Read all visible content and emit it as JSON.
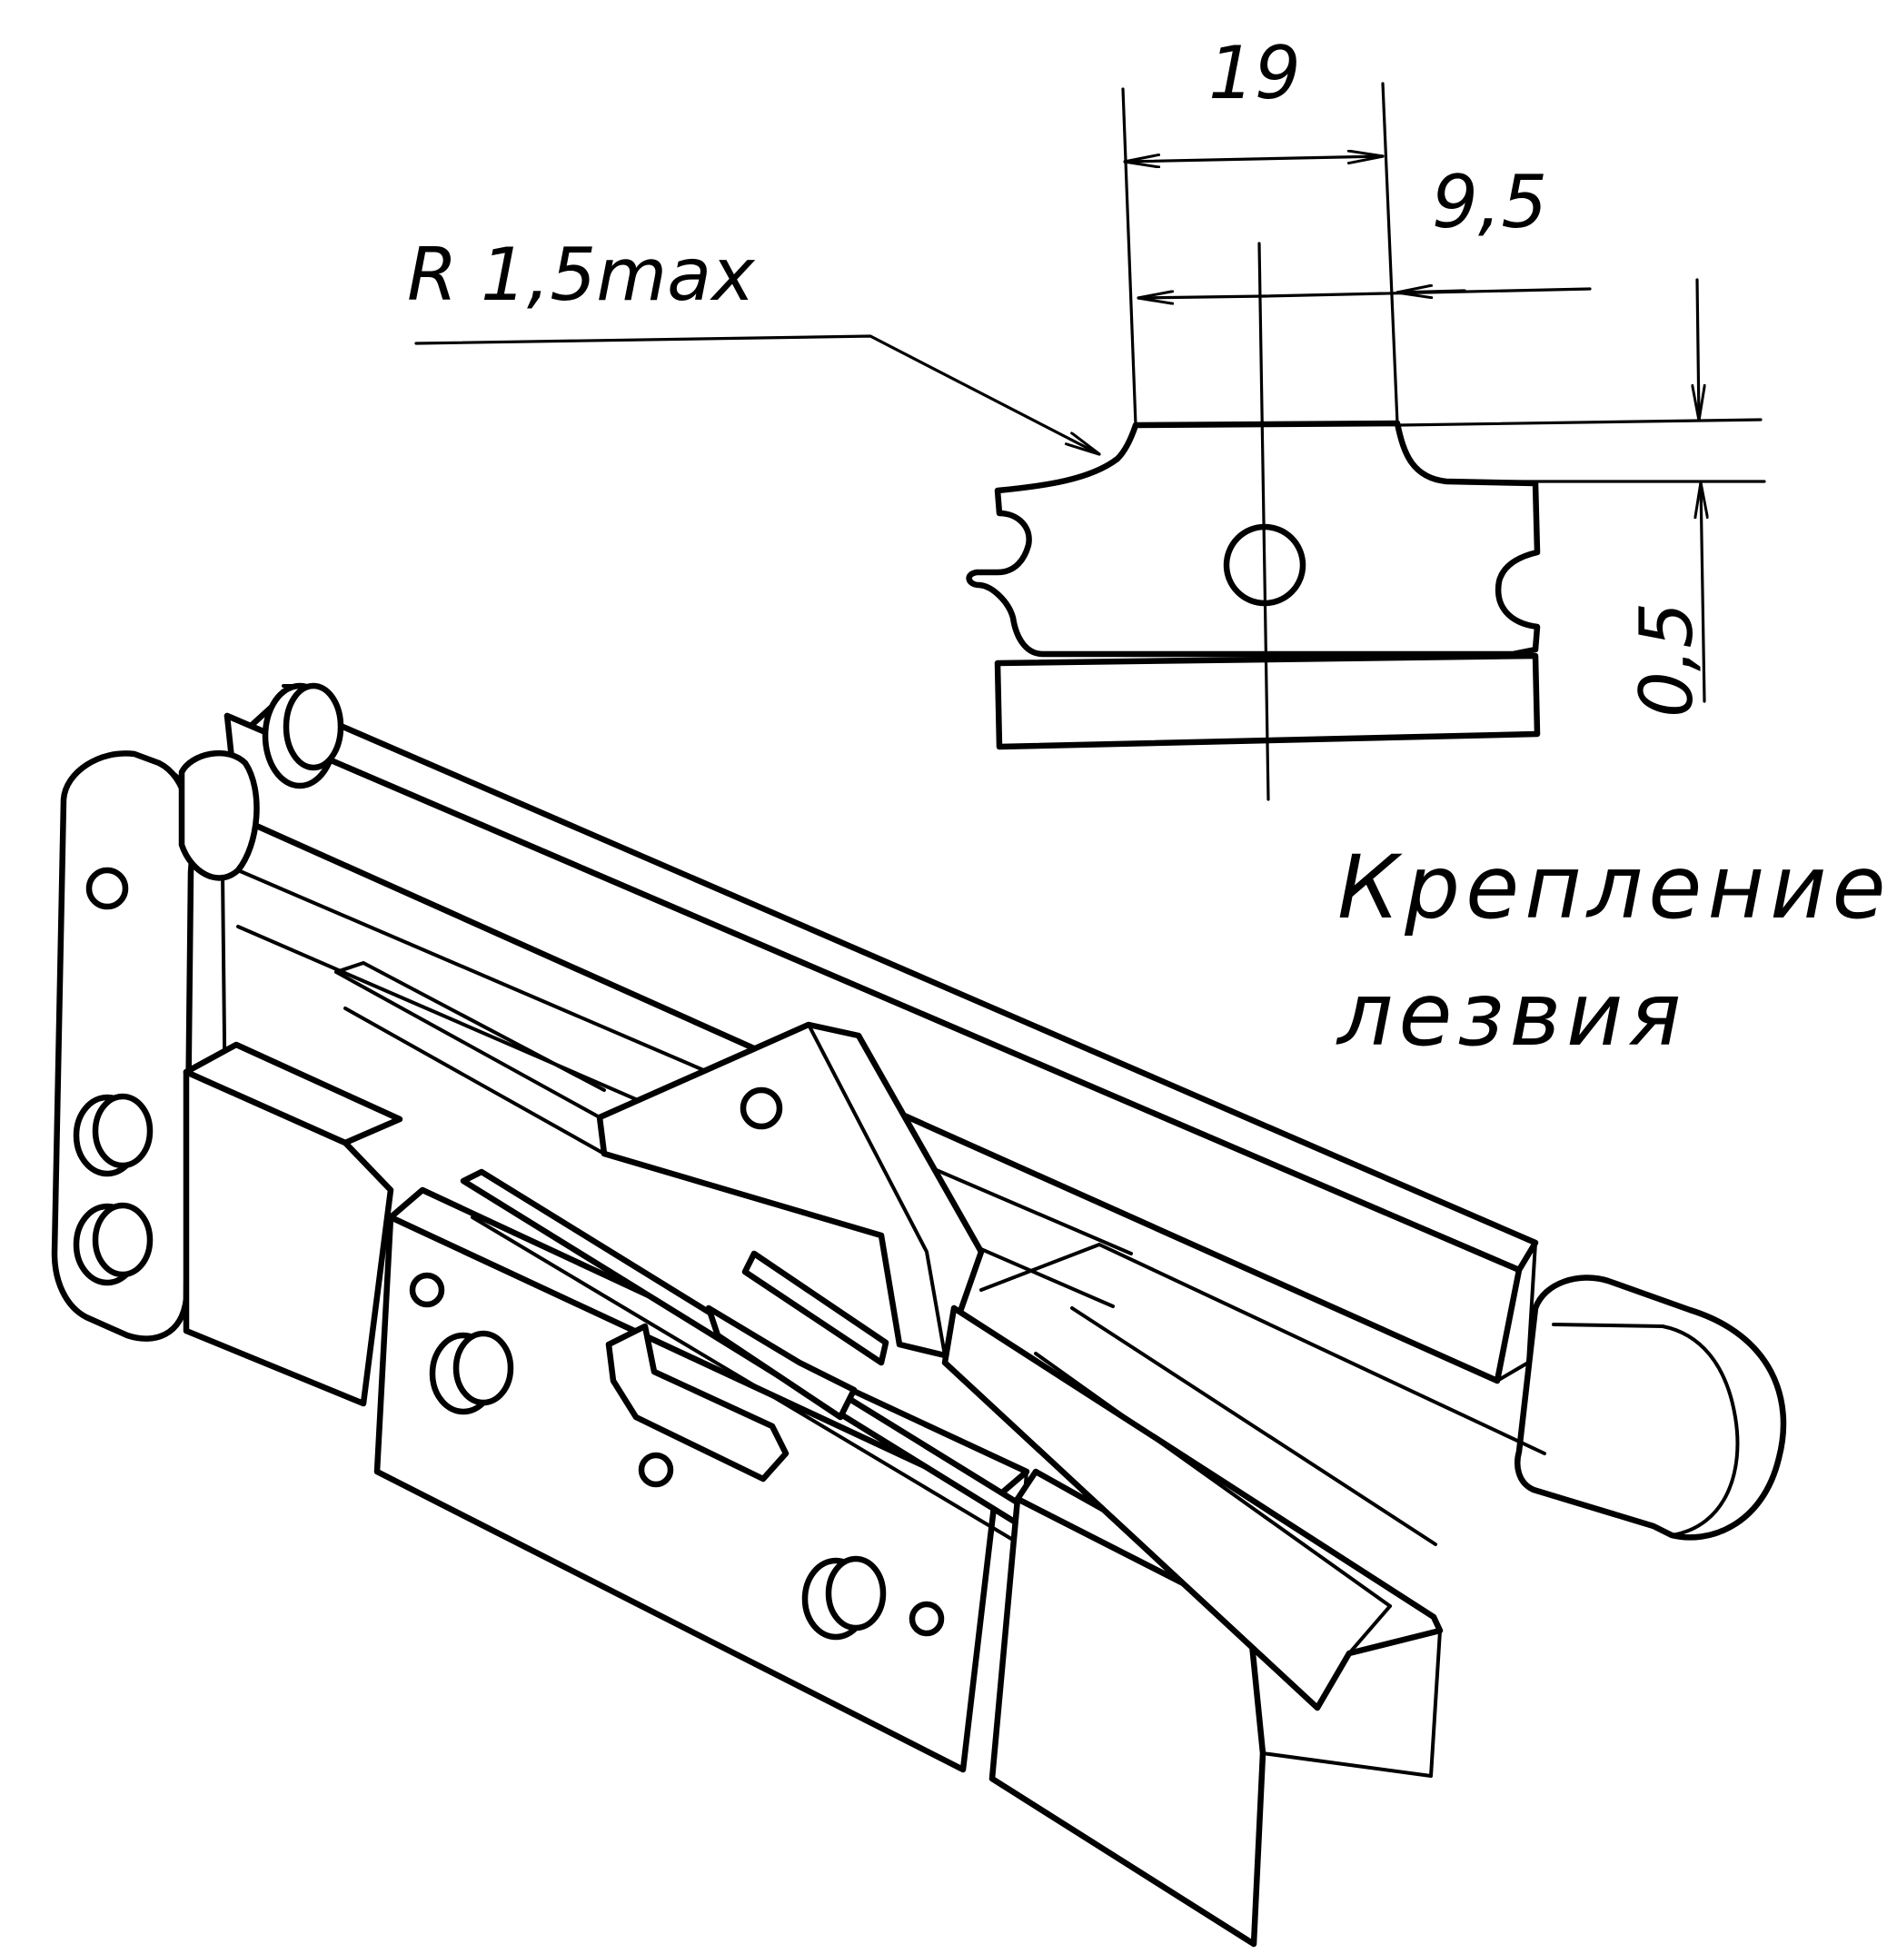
{
  "dimensions": {
    "width_label": "19",
    "slot_label": "9,5",
    "radius_label": "R 1,5max",
    "gap_label": "0,5"
  },
  "caption": {
    "line1": "Крепление",
    "line2": "лезвия"
  },
  "colors": {
    "ink": "#000000",
    "paper": "#ffffff"
  }
}
